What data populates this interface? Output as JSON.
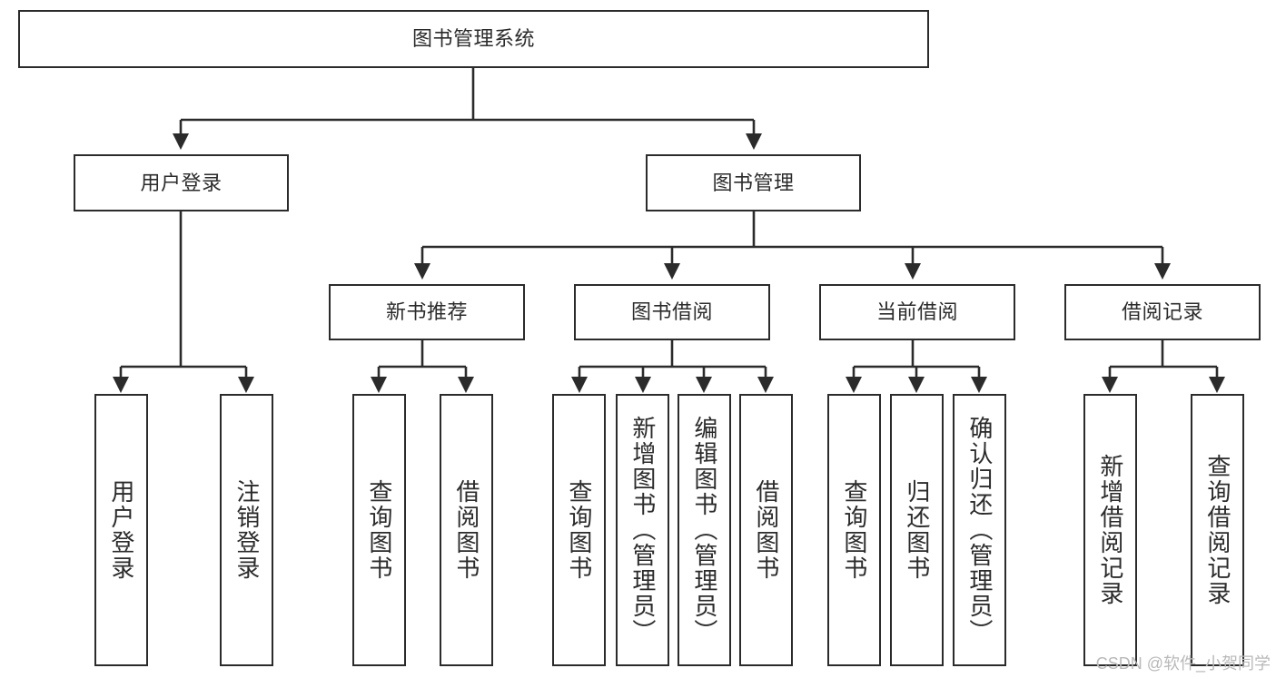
{
  "diagram": {
    "type": "tree",
    "title": "图书管理系统",
    "watermark": "CSDN @软件_小贺同学",
    "colors": {
      "box_border": "#2b2b2b",
      "box_fill": "#ffffff",
      "connector": "#2b2b2b",
      "text": "#2b2b2b",
      "watermark": "#b9b9b9",
      "background": "#ffffff"
    },
    "root": {
      "label": "图书管理系统"
    },
    "level2": [
      {
        "label": "用户登录"
      },
      {
        "label": "图书管理"
      }
    ],
    "level3": [
      {
        "label": "新书推荐"
      },
      {
        "label": "图书借阅"
      },
      {
        "label": "当前借阅"
      },
      {
        "label": "借阅记录"
      }
    ],
    "leaves": {
      "user_login": [
        {
          "label": "用户登录"
        },
        {
          "label": "注销登录"
        }
      ],
      "new_book_recommend": [
        {
          "label": "查询图书"
        },
        {
          "label": "借阅图书"
        }
      ],
      "book_borrow": [
        {
          "label": "查询图书"
        },
        {
          "label": "新增图书（管理员）"
        },
        {
          "label": "编辑图书（管理员）"
        },
        {
          "label": "借阅图书"
        }
      ],
      "current_borrow": [
        {
          "label": "查询图书"
        },
        {
          "label": "归还图书"
        },
        {
          "label": "确认归还（管理员）"
        }
      ],
      "borrow_record": [
        {
          "label": "新增借阅记录"
        },
        {
          "label": "查询借阅记录"
        }
      ]
    }
  }
}
